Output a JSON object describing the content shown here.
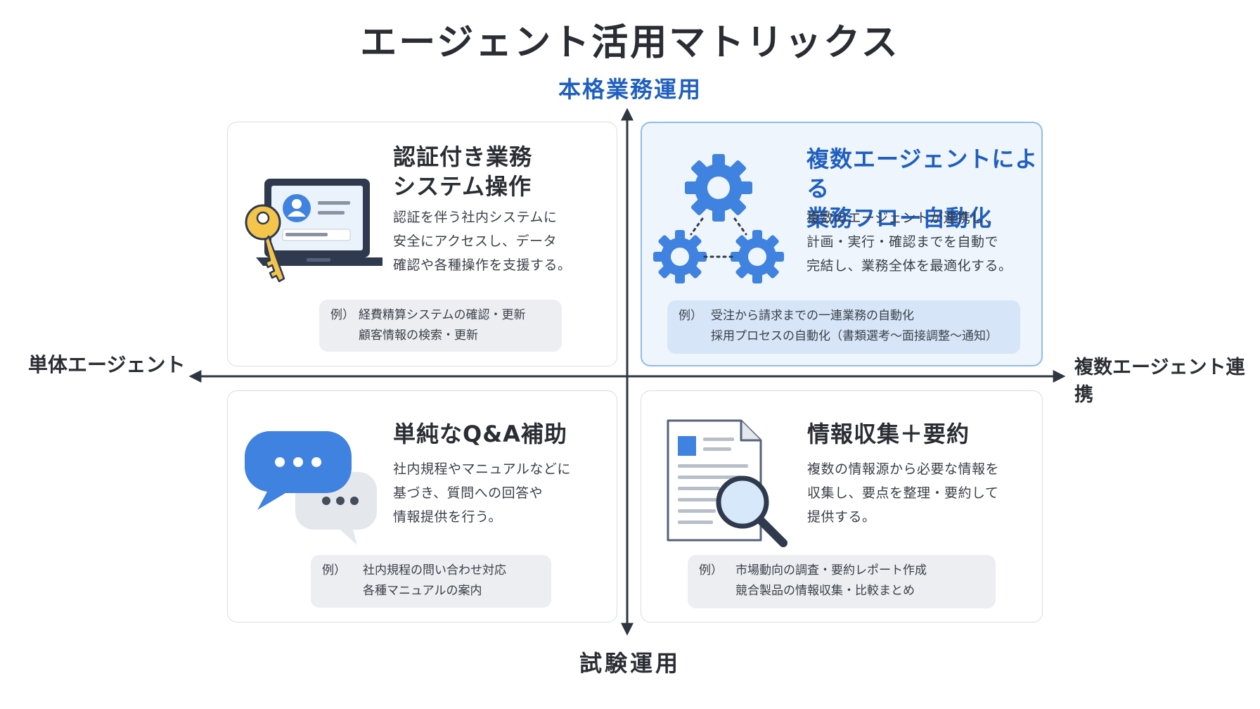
{
  "title": "エージェント活用マトリックス",
  "axes": {
    "top": "本格業務運用",
    "bottom": "試験運用",
    "left": "単体エージェント",
    "right": "複数エージェント連携"
  },
  "quadrants": {
    "top_left": {
      "title": "認証付き業務\nシステム操作",
      "description": "認証を伴う社内システムに\n安全にアクセスし、データ\n確認や各種操作を支援する。",
      "example_label": "例）",
      "example_lines": "経費精算システムの確認・更新\n顧客情報の検索・更新",
      "icon": "laptop-key-icon"
    },
    "top_right": {
      "title": "複数エージェントによる\n業務フロー自動化",
      "description": "複数のエージェントが連携し、\n計画・実行・確認までを自動で\n完結し、業務全体を最適化する。",
      "example_label": "例）",
      "example_lines": "受注から請求までの一連業務の自動化\n採用プロセスの自動化（書類選考〜面接調整〜通知）",
      "icon": "gears-icon"
    },
    "bottom_left": {
      "title": "単純なQ&A補助",
      "description": "社内規程やマニュアルなどに\n基づき、質問への回答や\n情報提供を行う。",
      "example_label": "例）",
      "example_lines": "社内規程の問い合わせ対応\n各種マニュアルの案内",
      "icon": "chat-bubbles-icon"
    },
    "bottom_right": {
      "title": "情報収集＋要約",
      "description": "複数の情報源から必要な情報を\n収集し、要点を整理・要約して\n提供する。",
      "example_label": "例）",
      "example_lines": "市場動向の調査・要約レポート作成\n競合製品の情報収集・比較まとめ",
      "icon": "document-search-icon"
    }
  },
  "colors": {
    "accent": "#1f5fbf",
    "icon_blue": "#3f82e0",
    "key_yellow": "#f5c44a",
    "axis": "#2f3640"
  }
}
